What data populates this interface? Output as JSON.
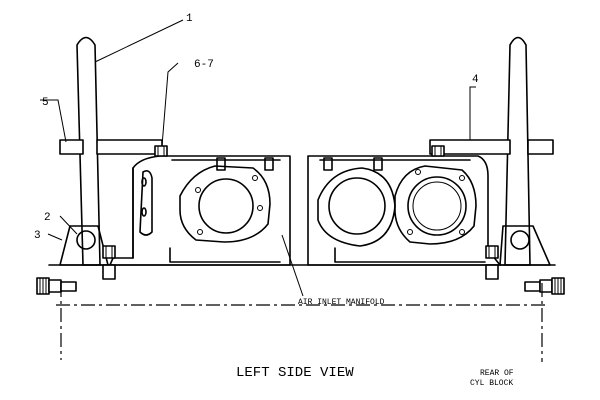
{
  "callouts": {
    "c1": "1",
    "c2": "2",
    "c3": "3",
    "c4": "4",
    "c5": "5",
    "c67": "6-7"
  },
  "labels": {
    "air_inlet_manifold": "AIR INLET MANIFOLD",
    "view_title": "LEFT SIDE VIEW",
    "rear_line1": "REAR OF",
    "rear_line2": "CYL BLOCK"
  }
}
